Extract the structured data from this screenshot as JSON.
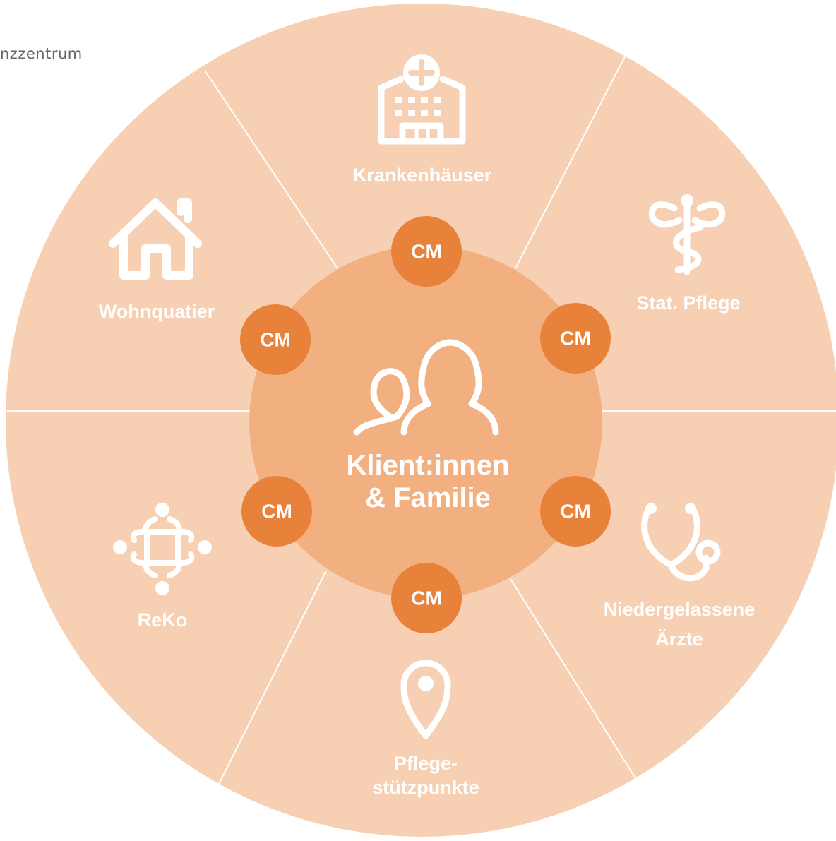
{
  "header": {
    "corner_text": "nzzentrum"
  },
  "center": {
    "line1": "Klient:innen",
    "line2": "& Familie"
  },
  "segments": [
    {
      "label": "Krankenhäuser",
      "icon": "hospital-icon"
    },
    {
      "label": "Stat. Pflege",
      "icon": "caduceus-icon"
    },
    {
      "label_line1": "Niedergelassene",
      "label_line2": "Ärzte",
      "icon": "stethoscope-icon"
    },
    {
      "label_line1": "Pflege-",
      "label_line2": "stützpunkte",
      "icon": "location-pin-icon"
    },
    {
      "label": "ReKo",
      "icon": "network-icon"
    },
    {
      "label": "Wohnquatier",
      "icon": "house-icon"
    }
  ],
  "cm_badges": [
    "CM",
    "CM",
    "CM",
    "CM",
    "CM",
    "CM"
  ],
  "colors": {
    "outer_ring": "#F7CFB2",
    "inner_circle": "#F2B081",
    "badge": "#E8823A",
    "text": "#FFFFFF"
  }
}
